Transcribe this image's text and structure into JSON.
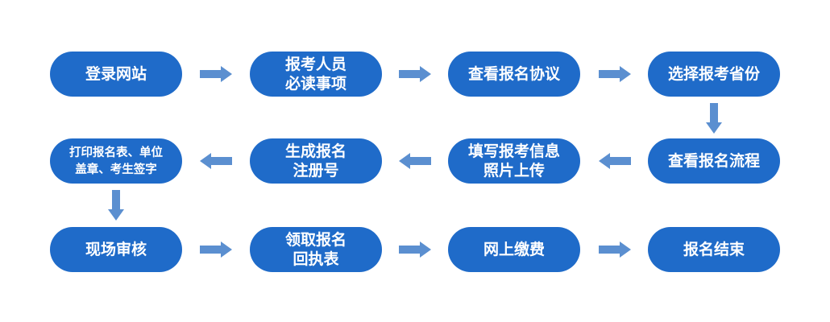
{
  "theme": {
    "node_color": "#1f6bc9",
    "arrow_color": "#5b8fd0",
    "text_color": "#ffffff"
  },
  "steps": [
    "登录网站",
    "报考人员\n必读事项",
    "查看报名协议",
    "选择报考省份",
    "查看报名流程",
    "填写报考信息\n照片上传",
    "生成报名\n注册号",
    "打印报名表、单位\n盖章、考生签字",
    "现场审核",
    "领取报名\n回执表",
    "网上缴费",
    "报名结束"
  ]
}
